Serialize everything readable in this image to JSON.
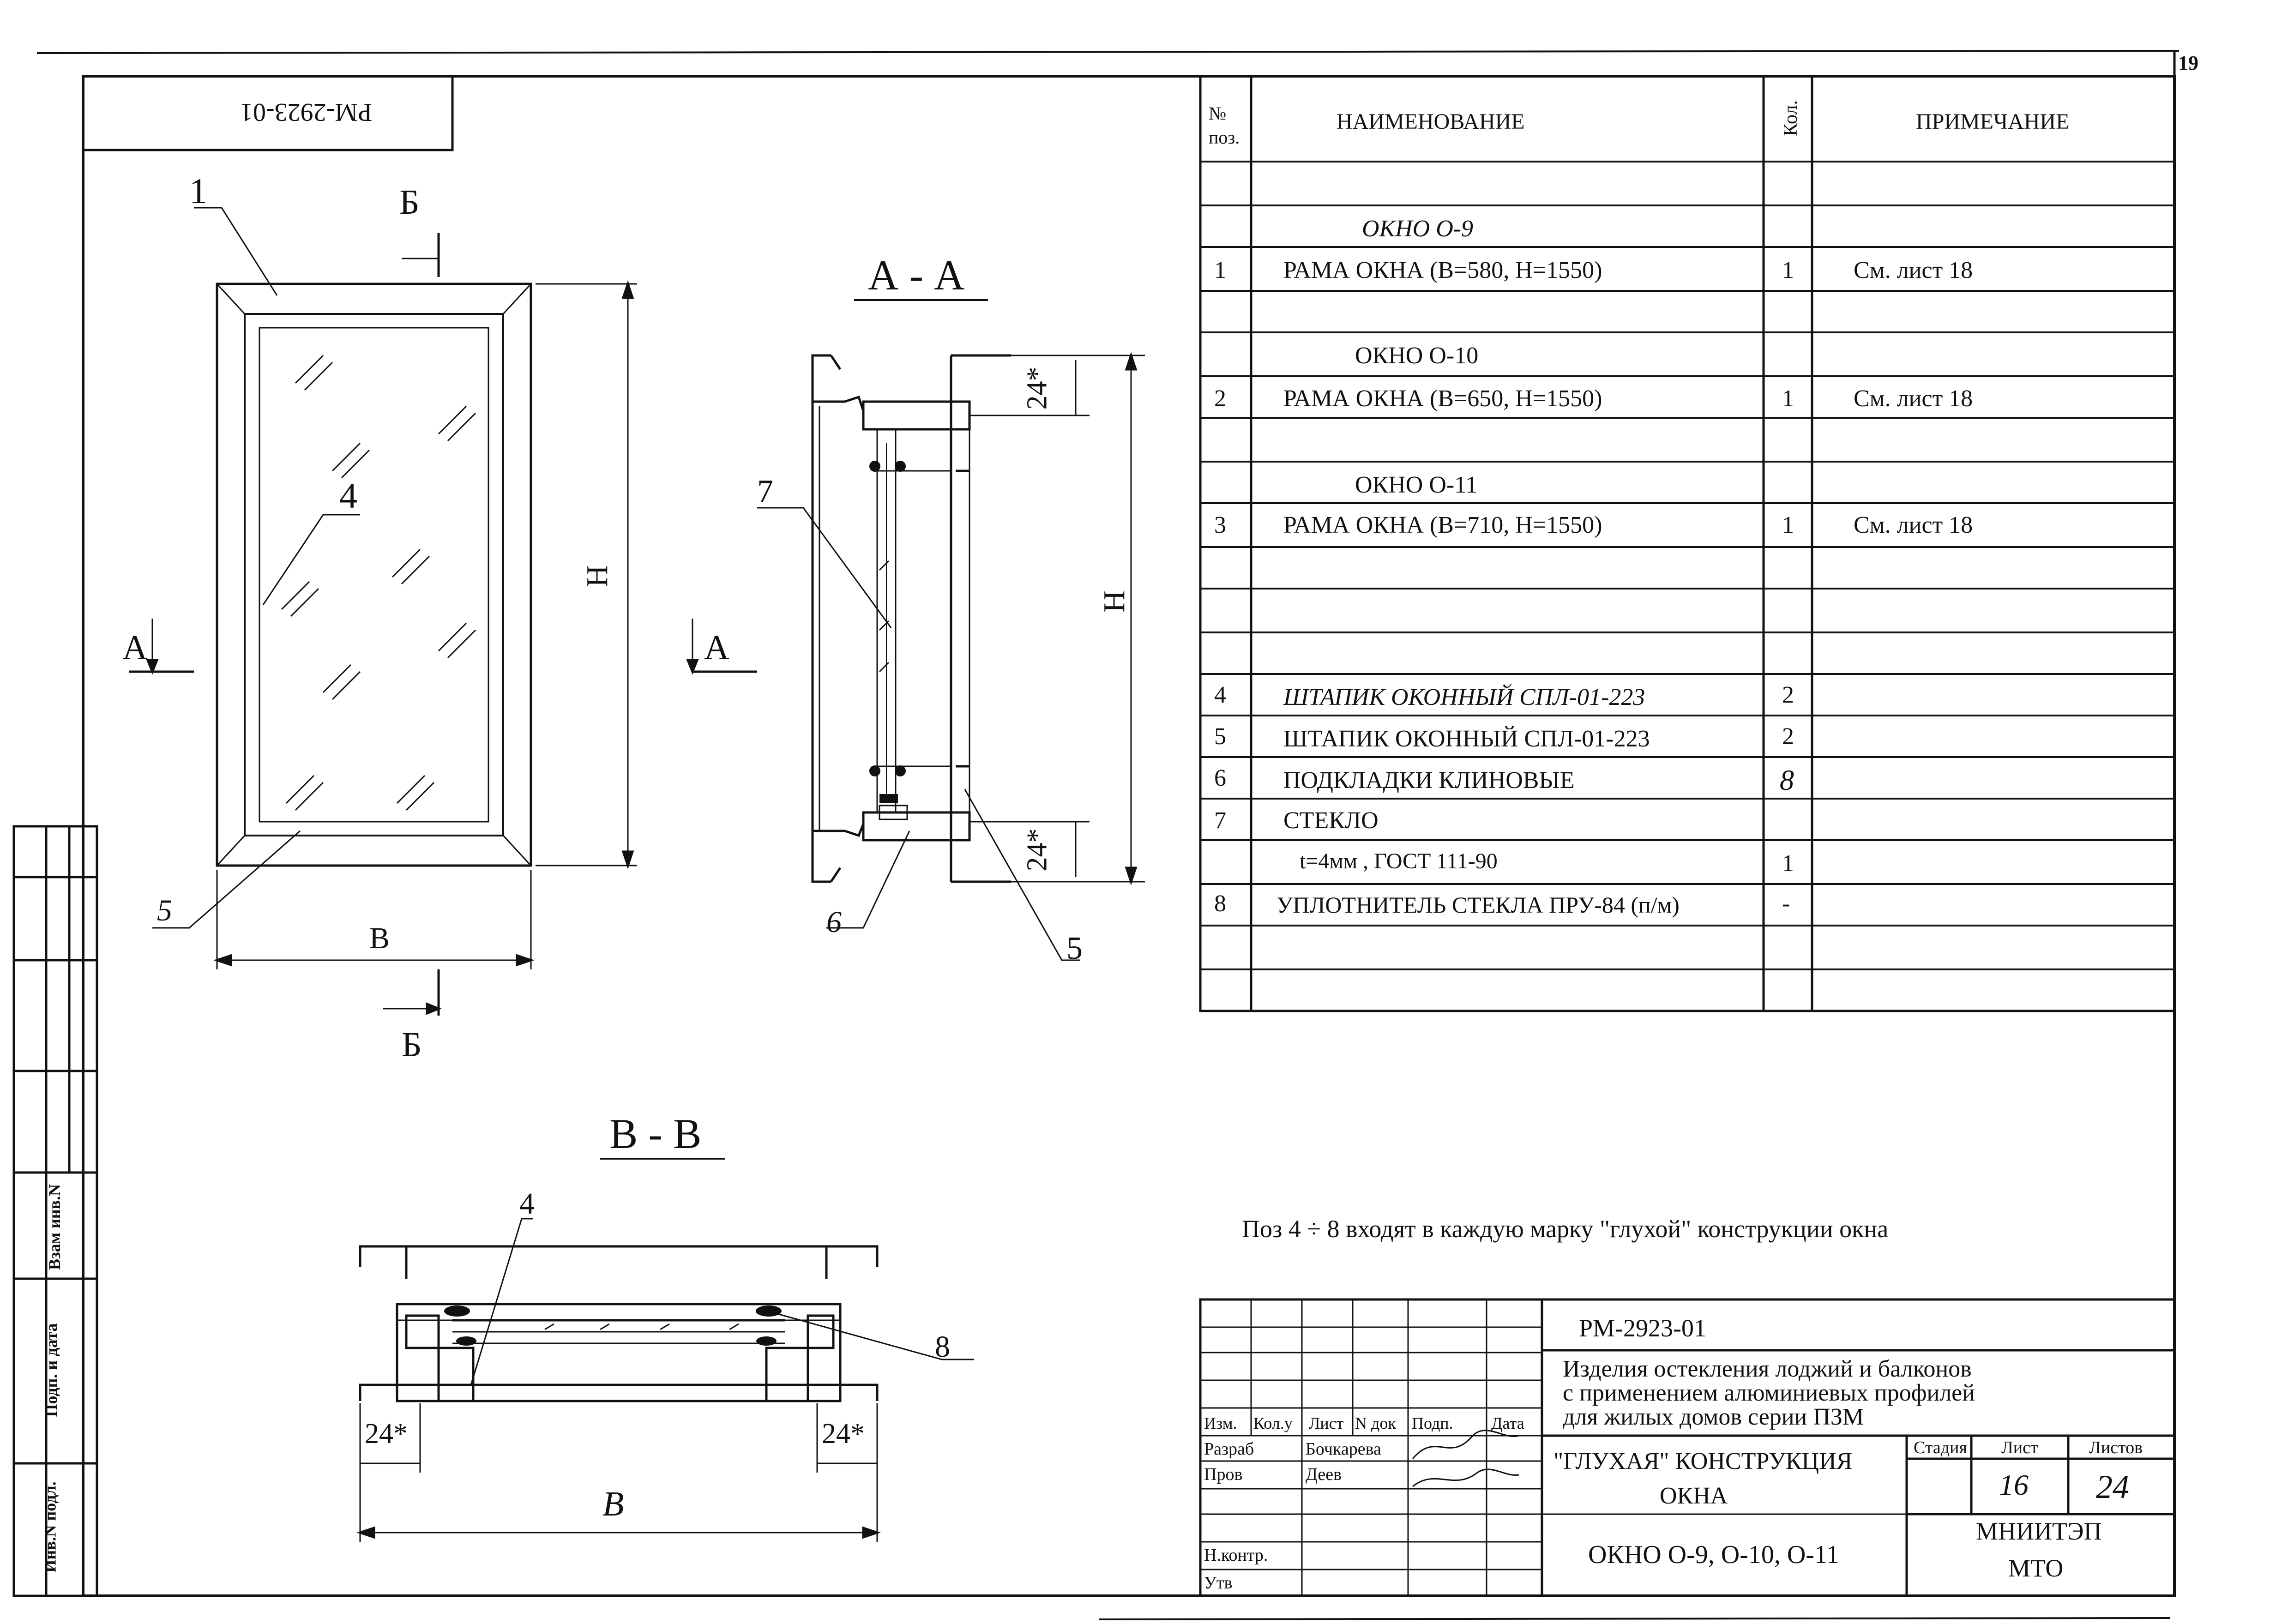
{
  "sheet_number": "19",
  "stamp_code": "РМ-2923-01",
  "drawing": {
    "labels": {
      "pos1": "1",
      "pos4a": "4",
      "pos5a": "5",
      "cut_b_top": "Б",
      "cut_b_bottom": "Б",
      "cut_a_left": "А",
      "cut_a_right": "А",
      "dim_h": "Н",
      "dim_b": "В"
    },
    "section_aa": {
      "title": "А - А",
      "pos7": "7",
      "pos6": "6",
      "pos5": "5",
      "dim_top": "24*",
      "dim_bottom": "24*",
      "dim_h": "Н"
    },
    "section_bb": {
      "title": "В - В",
      "pos4": "4",
      "pos8": "8",
      "dim_left": "24*",
      "dim_right": "24*",
      "dim_b": "В"
    }
  },
  "spec": {
    "headers": {
      "pos": "№ поз.",
      "name": "НАИМЕНОВАНИЕ",
      "qty": "Кол.",
      "note": "ПРИМЕЧАНИЕ"
    },
    "rows": [
      {
        "pos": "",
        "name": "ОКНО О-9",
        "qty": "",
        "note": ""
      },
      {
        "pos": "1",
        "name": "РАМА ОКНА (В=580, Н=1550)",
        "qty": "1",
        "note": "См. лист 18"
      },
      {
        "pos": "",
        "name": "ОКНО О-10",
        "qty": "",
        "note": ""
      },
      {
        "pos": "2",
        "name": "РАМА ОКНА (В=650, Н=1550)",
        "qty": "1",
        "note": "См. лист 18"
      },
      {
        "pos": "",
        "name": "ОКНО О-11",
        "qty": "",
        "note": ""
      },
      {
        "pos": "3",
        "name": "РАМА ОКНА (В=710, Н=1550)",
        "qty": "1",
        "note": "См. лист 18"
      },
      {
        "pos": "4",
        "name": "ШТАПИК ОКОННЫЙ СПЛ-01-223",
        "qty": "2",
        "note": ""
      },
      {
        "pos": "5",
        "name": "ШТАПИК ОКОННЫЙ СПЛ-01-223",
        "qty": "2",
        "note": ""
      },
      {
        "pos": "6",
        "name": "ПОДКЛАДКИ КЛИНОВЫЕ",
        "qty": "8",
        "note": ""
      },
      {
        "pos": "7",
        "name": "СТЕКЛО",
        "qty": "",
        "note": ""
      },
      {
        "pos": "",
        "name": "t=4мм , ГОСТ 111-90",
        "qty": "1",
        "note": ""
      },
      {
        "pos": "8",
        "name": "УПЛОТНИТЕЛЬ СТЕКЛА ПРУ-84 (п/м)",
        "qty": "-",
        "note": ""
      }
    ]
  },
  "note_text": "Поз 4 ÷ 8 входят в каждую марку \"глухой\" конструкции окна",
  "title_block": {
    "code": "РМ-2923-01",
    "project_line1": "Изделия остекления лоджий и балконов",
    "project_line2": "с применением алюминиевых профилей",
    "project_line3": "для жилых домов серии ПЗМ",
    "hdr_izm": "Изм.",
    "hdr_kolu": "Кол.у",
    "hdr_list": "Лист",
    "hdr_ndok": "N док",
    "hdr_podp": "Подп.",
    "hdr_data": "Дата",
    "role_razrab": "Разраб",
    "name_razrab": "Бочкарева",
    "role_prov": "Пров",
    "name_prov": "Деев",
    "role_nkontr": "Н.контр.",
    "role_utv": "Утв",
    "drawing_name_line1": "\"ГЛУХАЯ\" КОНСТРУКЦИЯ",
    "drawing_name_line2": "ОКНА",
    "subtitle": "ОКНО О-9, О-10, О-11",
    "stage_label": "Стадия",
    "sheet_label": "Лист",
    "sheets_label": "Листов",
    "sheet_value": "16",
    "sheets_value": "24",
    "org_line1": "МНИИТЭП",
    "org_line2": "МТО"
  },
  "side_stamp": {
    "vzam": "Взам инв.N",
    "podp": "Подп. и дата",
    "inv": "Инв.N подл."
  }
}
